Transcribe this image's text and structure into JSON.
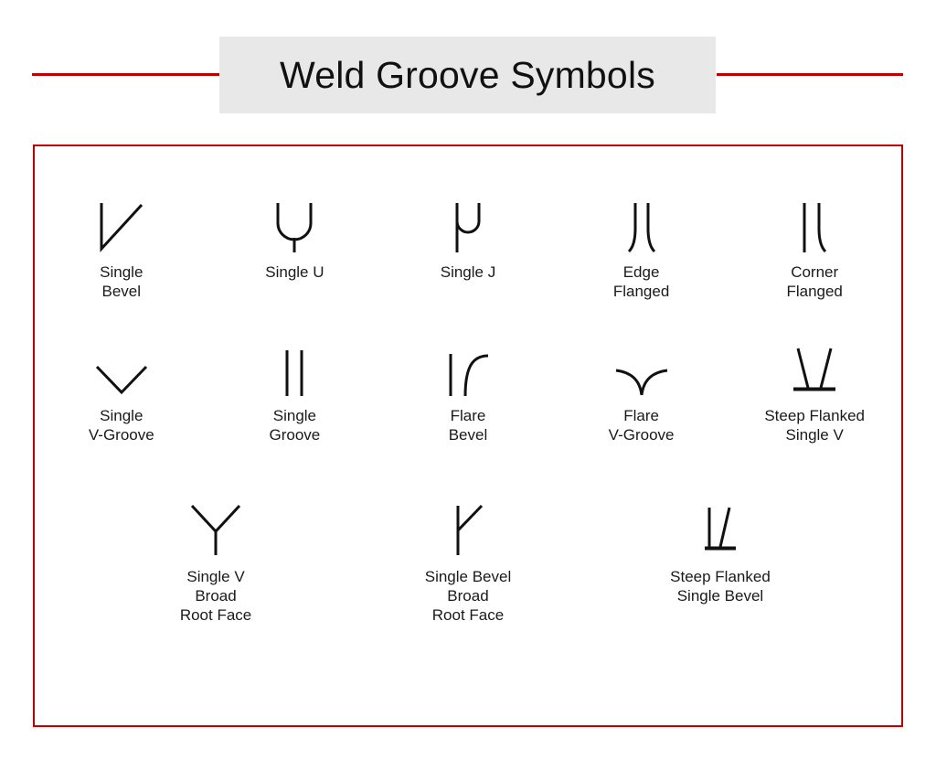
{
  "header": {
    "title": "Weld Groove Symbols",
    "plate_color": "#E8E8E8",
    "rule_color": "#C00000"
  },
  "frame": {
    "border_color": "#C00000",
    "background": "#FFFFFF"
  },
  "symbols": {
    "stroke_color": "#111111",
    "rows": [
      {
        "items": [
          {
            "id": "single-bevel",
            "label": "Single\nBevel",
            "art": "single-bevel"
          },
          {
            "id": "single-u",
            "label": "Single U",
            "art": "single-u"
          },
          {
            "id": "single-j",
            "label": "Single J",
            "art": "single-j"
          },
          {
            "id": "edge-flanged",
            "label": "Edge\nFlanged",
            "art": "edge-flanged"
          },
          {
            "id": "corner-flanged",
            "label": "Corner\nFlanged",
            "art": "corner-flanged"
          }
        ]
      },
      {
        "items": [
          {
            "id": "single-v-groove",
            "label": "Single\nV-Groove",
            "art": "single-v-groove"
          },
          {
            "id": "single-groove",
            "label": "Single\nGroove",
            "art": "single-groove"
          },
          {
            "id": "flare-bevel",
            "label": "Flare\nBevel",
            "art": "flare-bevel"
          },
          {
            "id": "flare-v-groove",
            "label": "Flare\nV-Groove",
            "art": "flare-v-groove"
          },
          {
            "id": "steep-flanked-single-v",
            "label": "Steep Flanked\nSingle V",
            "art": "steep-flanked-single-v"
          }
        ]
      },
      {
        "items": [
          {
            "id": "single-v-broad-root-face",
            "label": "Single V\nBroad\nRoot Face",
            "art": "single-v-broad-root-face"
          },
          {
            "id": "single-bevel-broad-root-face",
            "label": "Single Bevel\nBroad\nRoot Face",
            "art": "single-bevel-broad-root-face"
          },
          {
            "id": "steep-flanked-single-bevel",
            "label": "Steep Flanked\nSingle Bevel",
            "art": "steep-flanked-single-bevel"
          }
        ]
      }
    ]
  }
}
